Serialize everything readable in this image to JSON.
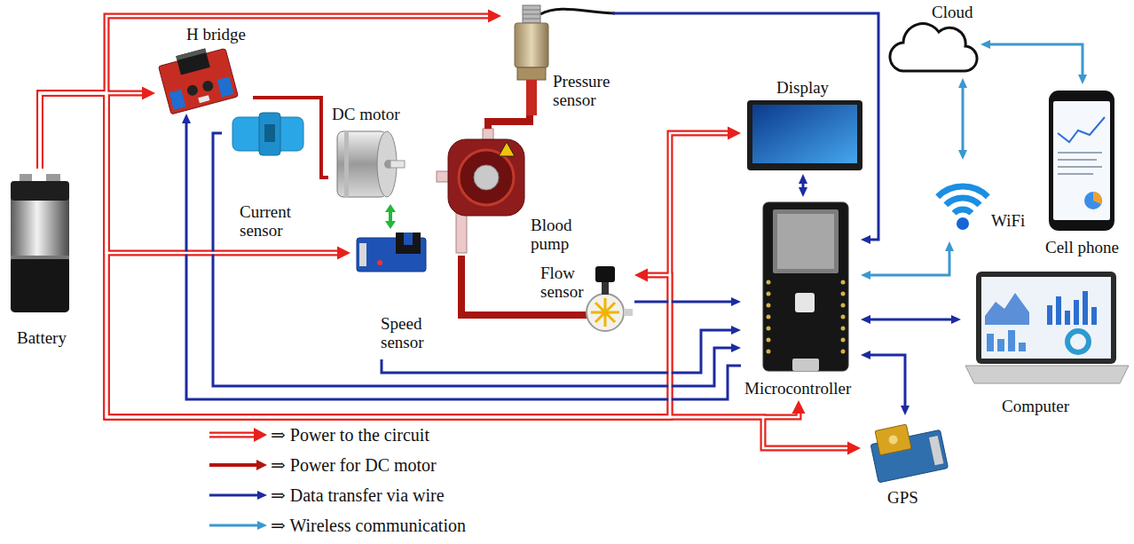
{
  "diagram": {
    "nodes": [
      {
        "text": [
          "Battery"
        ]
      },
      {
        "text": [
          "H bridge"
        ]
      },
      {
        "text": [
          "Current sensor"
        ]
      },
      {
        "text": [
          "DC motor"
        ]
      },
      {
        "text": [
          "Pressure sensor"
        ]
      },
      {
        "text": [
          "Blood pump"
        ]
      },
      {
        "text": [
          "Speed sensor"
        ]
      },
      {
        "text": [
          "Flow sensor"
        ]
      },
      {
        "text": [
          "Display"
        ]
      },
      {
        "text": [
          "Microcontroller"
        ]
      },
      {
        "text": [
          "Cloud"
        ]
      },
      {
        "text": [
          "WiFi"
        ]
      },
      {
        "text": [
          "Cell phone"
        ]
      },
      {
        "text": [
          "Computer"
        ]
      },
      {
        "text": [
          "GPS"
        ]
      }
    ],
    "edges": [
      {
        "from": 0,
        "to": 1,
        "arrow": "to"
      },
      {
        "from": 0,
        "to": 4,
        "arrow": "to"
      },
      {
        "from": 0,
        "to": 6,
        "arrow": "to"
      },
      {
        "from": 0,
        "to": 9,
        "arrow": "to"
      },
      {
        "from": 0,
        "to": 8,
        "arrow": "to"
      },
      {
        "from": 0,
        "to": 7,
        "arrow": "to"
      },
      {
        "from": 0,
        "to": 14,
        "arrow": "to"
      },
      {
        "from": 1,
        "to": 3,
        "arrow": "none"
      },
      {
        "from": 3,
        "to": 6,
        "arrow": "both"
      },
      {
        "from": 5,
        "to": 4,
        "arrow": "none"
      },
      {
        "from": 5,
        "to": 7,
        "arrow": "none"
      },
      {
        "from": 4,
        "to": 9,
        "arrow": "to"
      },
      {
        "from": 8,
        "to": 9,
        "arrow": "both"
      },
      {
        "from": 7,
        "to": 9,
        "arrow": "to"
      },
      {
        "from": 6,
        "to": 9,
        "arrow": "to"
      },
      {
        "from": 2,
        "to": 9,
        "arrow": "to"
      },
      {
        "from": 9,
        "to": 1,
        "arrow": "to"
      },
      {
        "from": 9,
        "to": 13,
        "arrow": "both"
      },
      {
        "from": 9,
        "to": 14,
        "arrow": "both"
      },
      {
        "from": 9,
        "to": 11,
        "arrow": "both"
      },
      {
        "from": 11,
        "to": 10,
        "arrow": "both"
      },
      {
        "from": 10,
        "to": 12,
        "arrow": "both"
      }
    ],
    "legend": [
      {
        "text": "⇒ Power to the circuit"
      },
      {
        "text": "⇒ Power for DC motor"
      },
      {
        "text": "⇒ Data transfer via wire"
      },
      {
        "text": "⇒ Wireless communication"
      }
    ]
  }
}
